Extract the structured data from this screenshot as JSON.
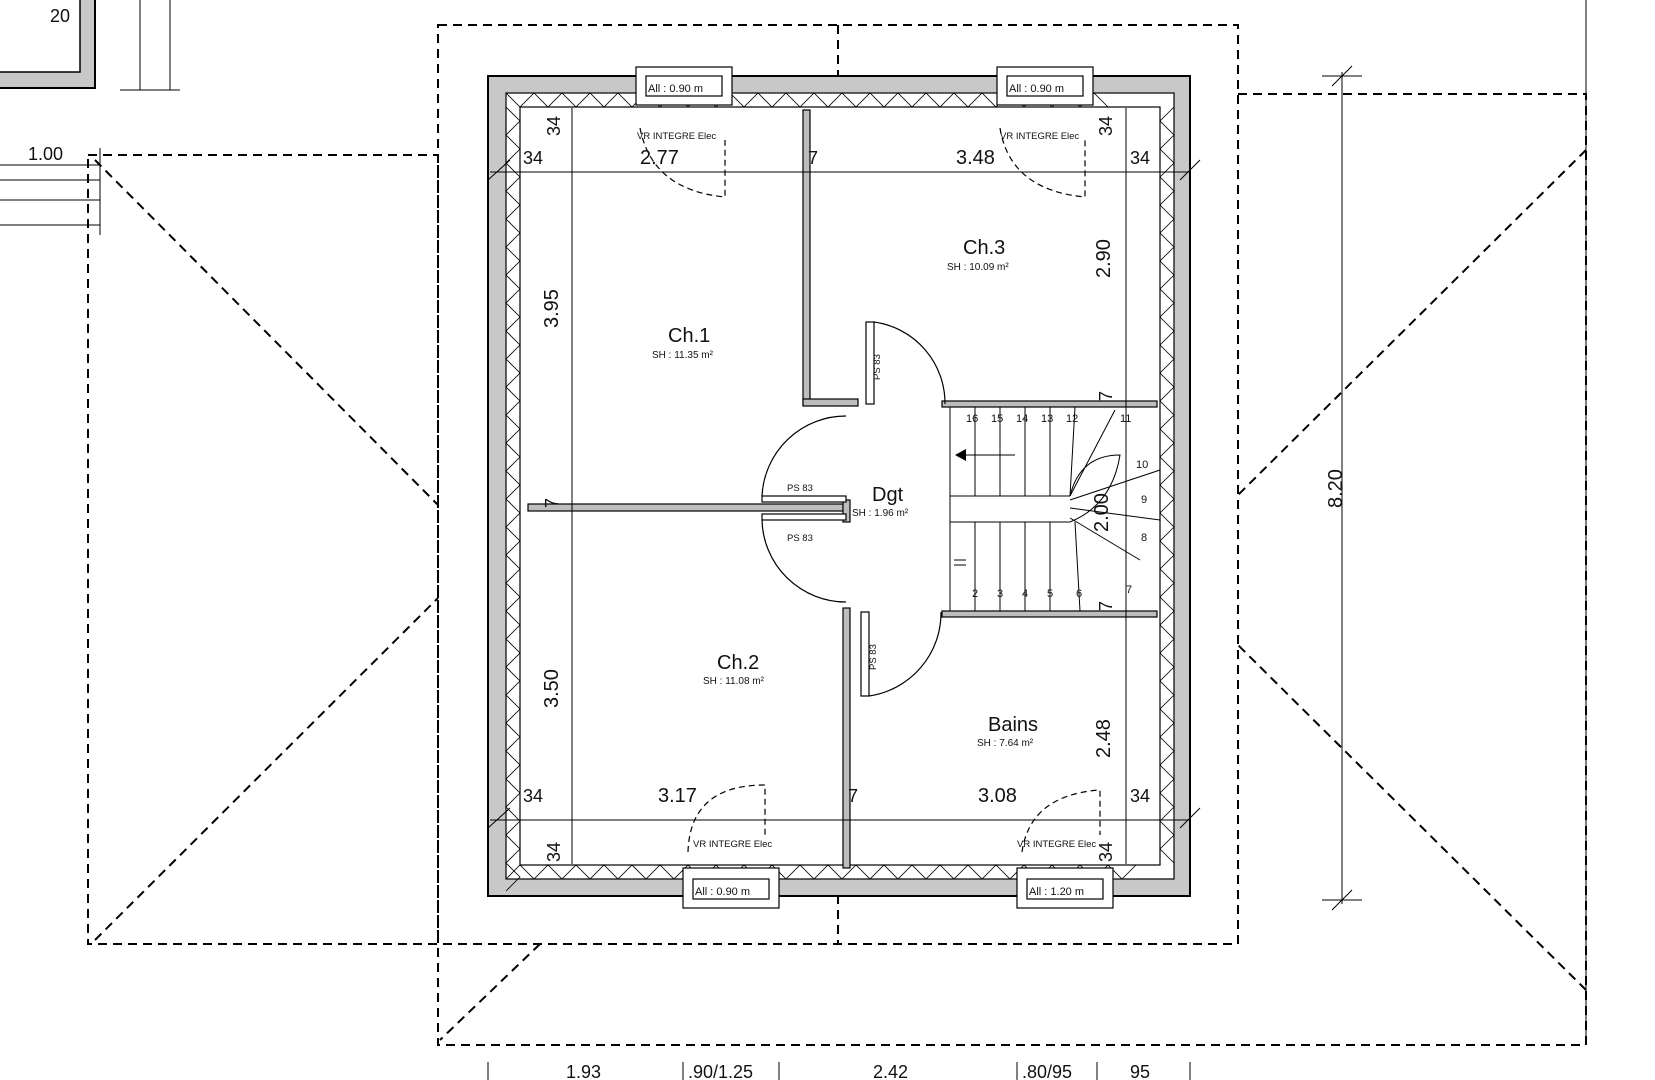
{
  "rooms": {
    "ch1": {
      "name": "Ch.1",
      "area": "SH : 11.35 m²"
    },
    "ch2": {
      "name": "Ch.2",
      "area": "SH : 11.08 m²"
    },
    "ch3": {
      "name": "Ch.3",
      "area": "SH : 10.09 m²"
    },
    "bains": {
      "name": "Bains",
      "area": "SH : 7.64 m²"
    },
    "dgt": {
      "name": "Dgt",
      "area": "SH : 1.96 m²"
    }
  },
  "windows": {
    "top_left": "All : 0.90 m",
    "top_right": "All : 0.90 m",
    "bottom_left": "All : 0.90 m",
    "bottom_right": "All : 1.20 m"
  },
  "shutter_label": "VR INTEGRE Elec",
  "door_label": "PS 83",
  "dimensions": {
    "ch1_width": "2.77",
    "ch3_width": "3.48",
    "ch2_width": "3.17",
    "bains_width": "3.08",
    "ch1_depth": "3.95",
    "ch2_depth": "3.50",
    "ch3_depth": "2.90",
    "bains_depth": "2.48",
    "stair_depth": "2.00",
    "overall_depth": "8.20",
    "wall_34": "34",
    "partition_7": "7",
    "overhang": "1.00",
    "top_left_20": "20"
  },
  "bottom_dims": [
    "1.93",
    ".90/1.25",
    "2.42",
    ".80/95",
    "95"
  ],
  "stair_steps_top": [
    "16",
    "15",
    "14",
    "13",
    "12",
    "11"
  ],
  "stair_steps_right": [
    "10",
    "9",
    "8"
  ],
  "stair_steps_bottom": [
    "2",
    "3",
    "4",
    "5",
    "6",
    "7"
  ]
}
